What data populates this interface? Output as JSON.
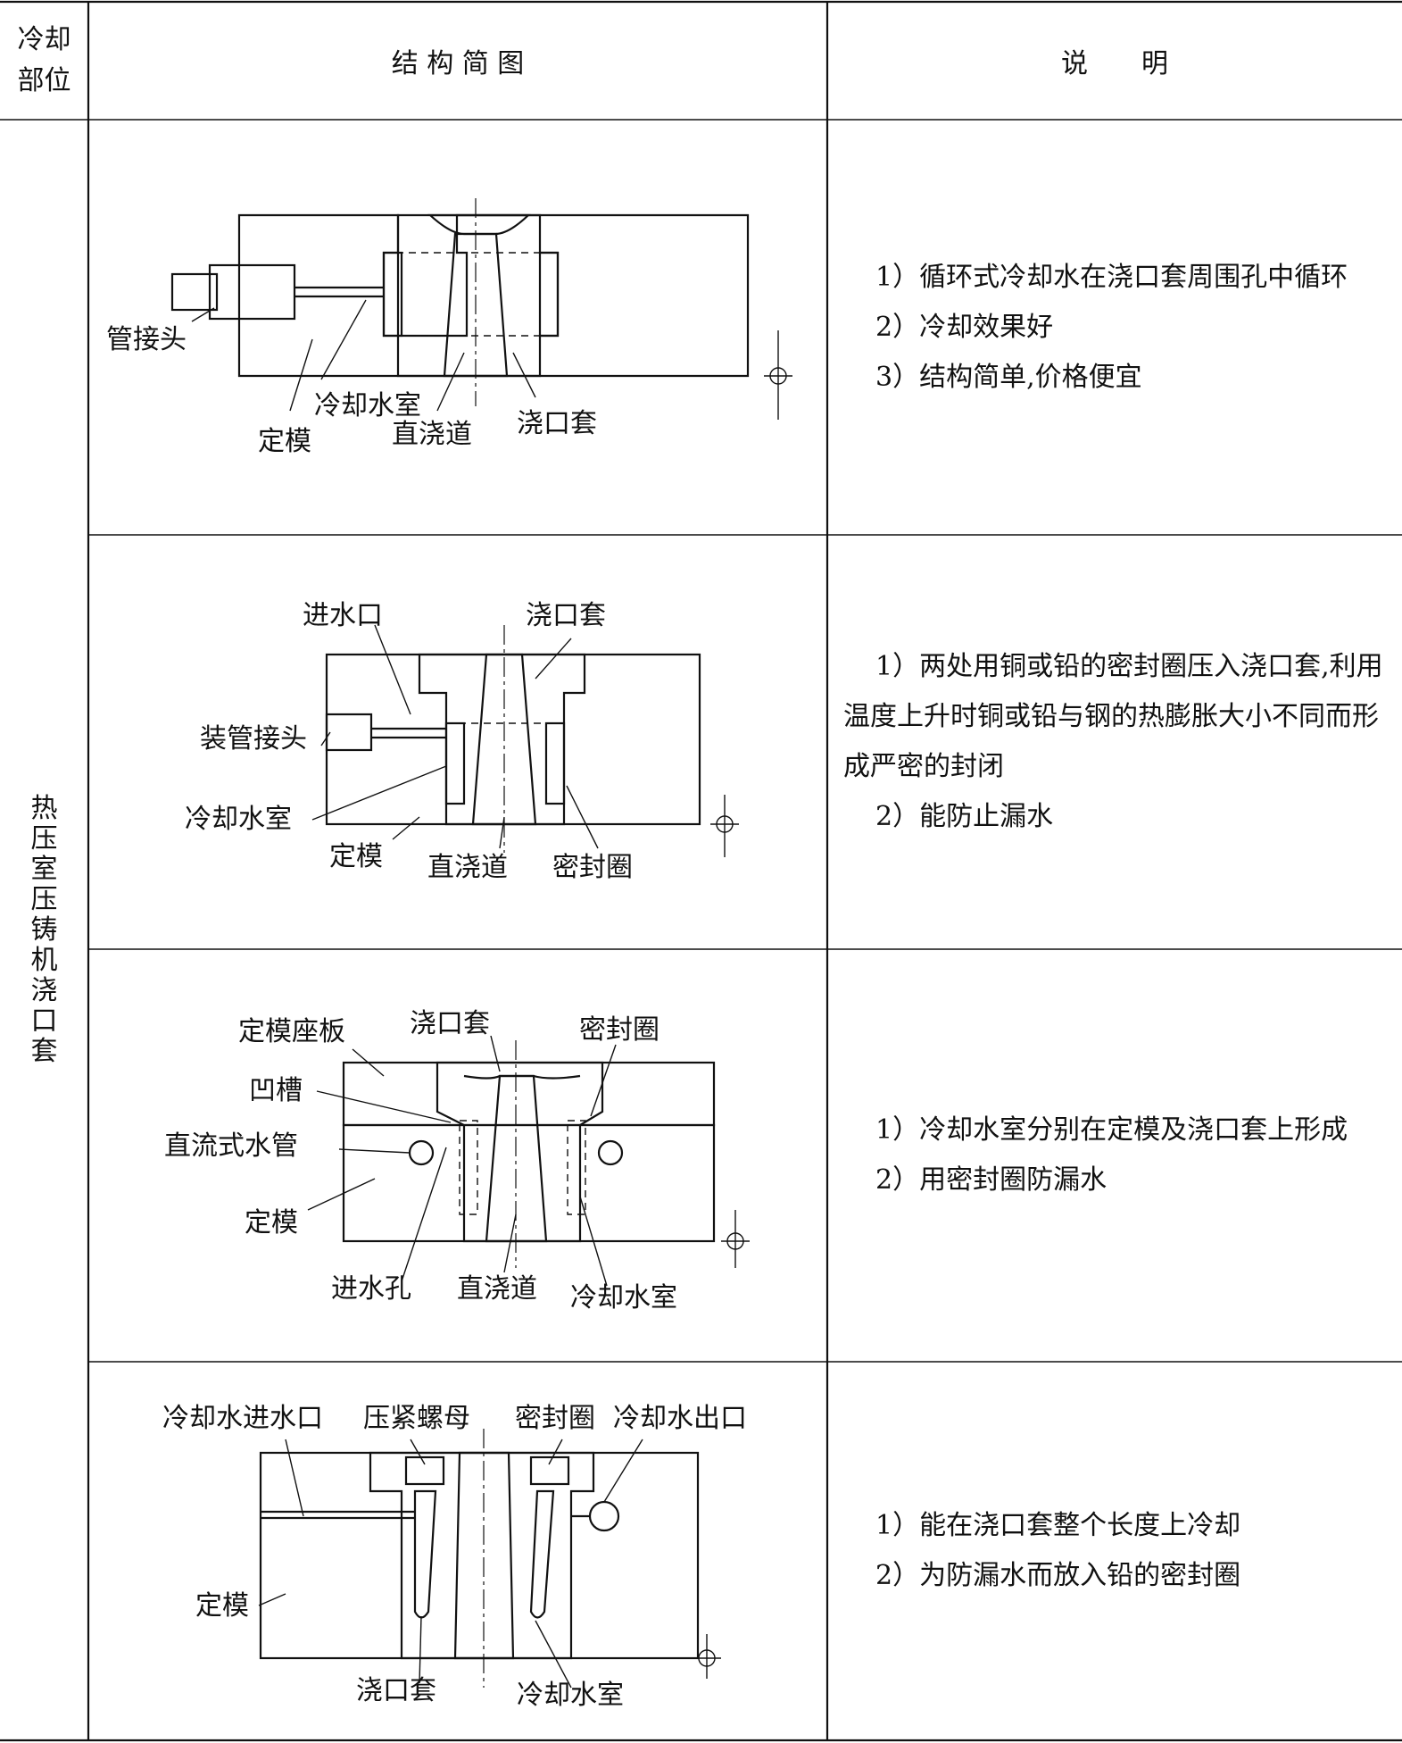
{
  "header": {
    "col1": "冷却部位",
    "col2": "结 构 简 图",
    "col3": "说　　明"
  },
  "side_label": "热压室压铸机浇口套",
  "rows": [
    {
      "labels": {
        "pipe": "管接头",
        "chamber": "冷却水室",
        "die": "定模",
        "sprue": "直浇道",
        "bush": "浇口套"
      },
      "notes": [
        "1）循环式冷却水在浇口套周围孔中循环",
        "2）冷却效果好",
        "3）结构简单,价格便宜"
      ]
    },
    {
      "labels": {
        "inlet": "进水口",
        "bush": "浇口套",
        "fitting": "装管接头",
        "chamber": "冷却水室",
        "die": "定模",
        "sprue": "直浇道",
        "seal": "密封圈"
      },
      "notes": [
        "1）两处用铜或铅的密封圈压入浇口套,利用温度上升时铜或铅与钢的热膨胀大小不同而形成严密的封闭",
        "2）能防止漏水"
      ]
    },
    {
      "labels": {
        "plate": "定模座板",
        "bush": "浇口套",
        "seal": "密封圈",
        "groove": "凹槽",
        "pipe": "直流式水管",
        "die": "定模",
        "hole": "进水孔",
        "sprue": "直浇道",
        "chamber": "冷却水室"
      },
      "notes": [
        "1）冷却水室分别在定模及浇口套上形成",
        "2）用密封圈防漏水"
      ]
    },
    {
      "labels": {
        "inlet": "冷却水进水口",
        "nut": "压紧螺母",
        "seal": "密封圈",
        "outlet": "冷却水出口",
        "die": "定模",
        "bush": "浇口套",
        "chamber": "冷却水室"
      },
      "notes": [
        "1）能在浇口套整个长度上冷却",
        "2）为防漏水而放入铅的密封圈"
      ]
    }
  ]
}
